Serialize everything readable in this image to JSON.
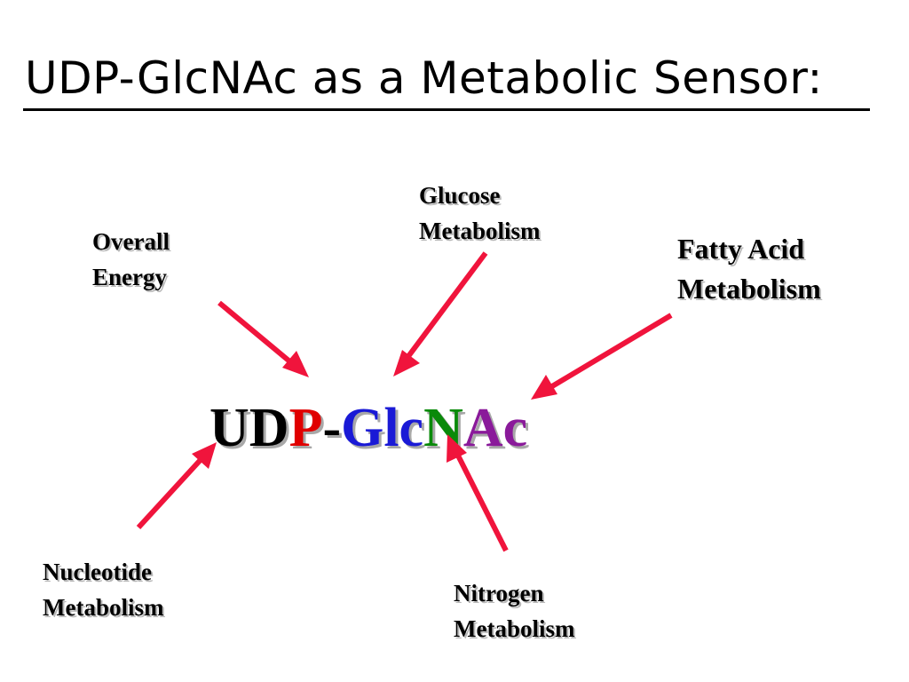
{
  "title": "UDP-GlcNAc as a Metabolic Sensor:",
  "center": {
    "parts": [
      {
        "text": "UD",
        "color": "#000000"
      },
      {
        "text": "P",
        "color": "#e00000"
      },
      {
        "text": "-",
        "color": "#000000"
      },
      {
        "text": "Glc",
        "color": "#1a1ad6"
      },
      {
        "text": "N",
        "color": "#0a8a0a"
      },
      {
        "text": "Ac",
        "color": "#8a1a9a"
      }
    ]
  },
  "inputs": {
    "overall_energy": {
      "line1": "Overall",
      "line2": "Energy"
    },
    "glucose": {
      "line1": "Glucose",
      "line2": "Metabolism"
    },
    "fatty_acid": {
      "line1": "Fatty Acid",
      "line2": "Metabolism"
    },
    "nucleotide": {
      "line1": "Nucleotide",
      "line2": "Metabolism"
    },
    "nitrogen": {
      "line1": "Nitrogen",
      "line2": "Metabolism"
    }
  },
  "arrow_color": "#f0143c"
}
